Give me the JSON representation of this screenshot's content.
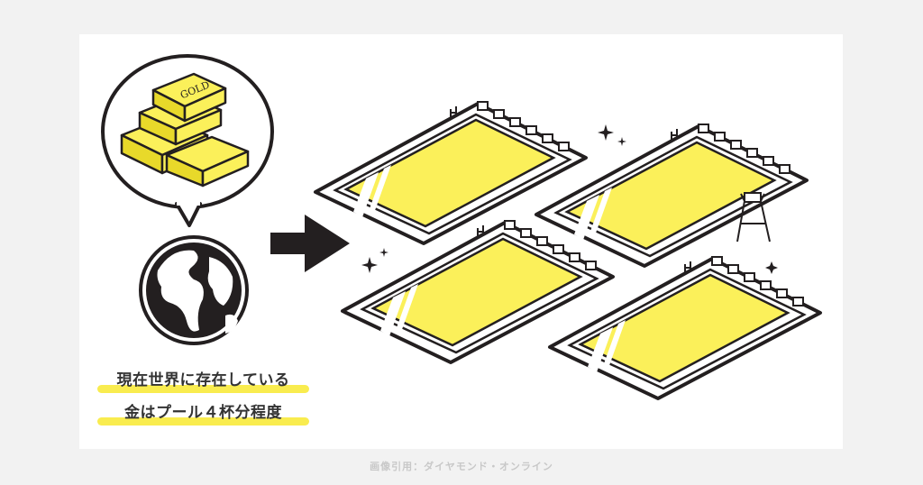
{
  "illustration": {
    "caption_line1": "現在世界に存在している",
    "caption_line2": "金はプール４杯分程度",
    "gold_bar_label": "GOLD",
    "pool_count": 4
  },
  "source": "画像引用：ダイヤモンド・オンライン",
  "colors": {
    "yellow": "#fbf05a",
    "ink": "#231f20",
    "highlight": "#f9ec4f",
    "background": "#f2f2f2"
  }
}
